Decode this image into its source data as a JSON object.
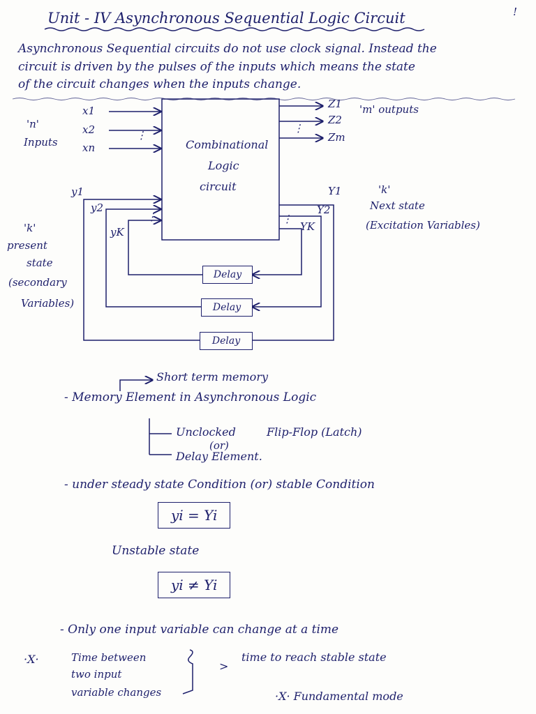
{
  "title": "Unit - IV   Asynchronous Sequential Logic Circuit",
  "mark": "!",
  "intro": [
    "Asynchronous Sequential circuits do not use clock signal. Instead the",
    "circuit is driven by the pulses of the inputs which means the state",
    "of the circuit changes when the inputs change."
  ],
  "diagram": {
    "inputs": [
      "x1",
      "x2",
      "xn"
    ],
    "outputs": [
      "Z1",
      "Z2",
      "Zm"
    ],
    "n_label": "'n'",
    "inputs_label": "Inputs",
    "m_outputs": "'m' outputs",
    "block": [
      "Combinational",
      "Logic",
      "circuit"
    ],
    "present_y": [
      "y1",
      "y2",
      "yK"
    ],
    "next_Y": [
      "Y1",
      "Y2",
      "YK"
    ],
    "k_present": "'k'",
    "present_state": [
      "present",
      "state",
      "(secondary",
      "Variables)"
    ],
    "k_next": "'k'",
    "next_state": "Next state",
    "excitation": "(Excitation Variables)",
    "delays": [
      "Delay",
      "Delay",
      "Delay"
    ],
    "dots": "⋮"
  },
  "notes": {
    "short_term": "Short term memory",
    "memory": "- Memory Element in Asynchronous Logic",
    "unclocked": "Unclocked",
    "or1": "(or)",
    "flipflop": "Flip-Flop (Latch)",
    "delay_elem": "Delay Element.",
    "steady": "- under steady state Condition (or) stable Condition",
    "eq1": "yi = Yi",
    "unstable": "Unstable state",
    "eq2": "yi ≠ Yi",
    "one_input": "- Only one input variable can change at a time",
    "star": "·X·",
    "time_between": [
      "Time between",
      "two input",
      "variable changes"
    ],
    "gt": ">",
    "time_reach": "time to reach stable state",
    "fundamental": "·X· Fundamental mode"
  }
}
